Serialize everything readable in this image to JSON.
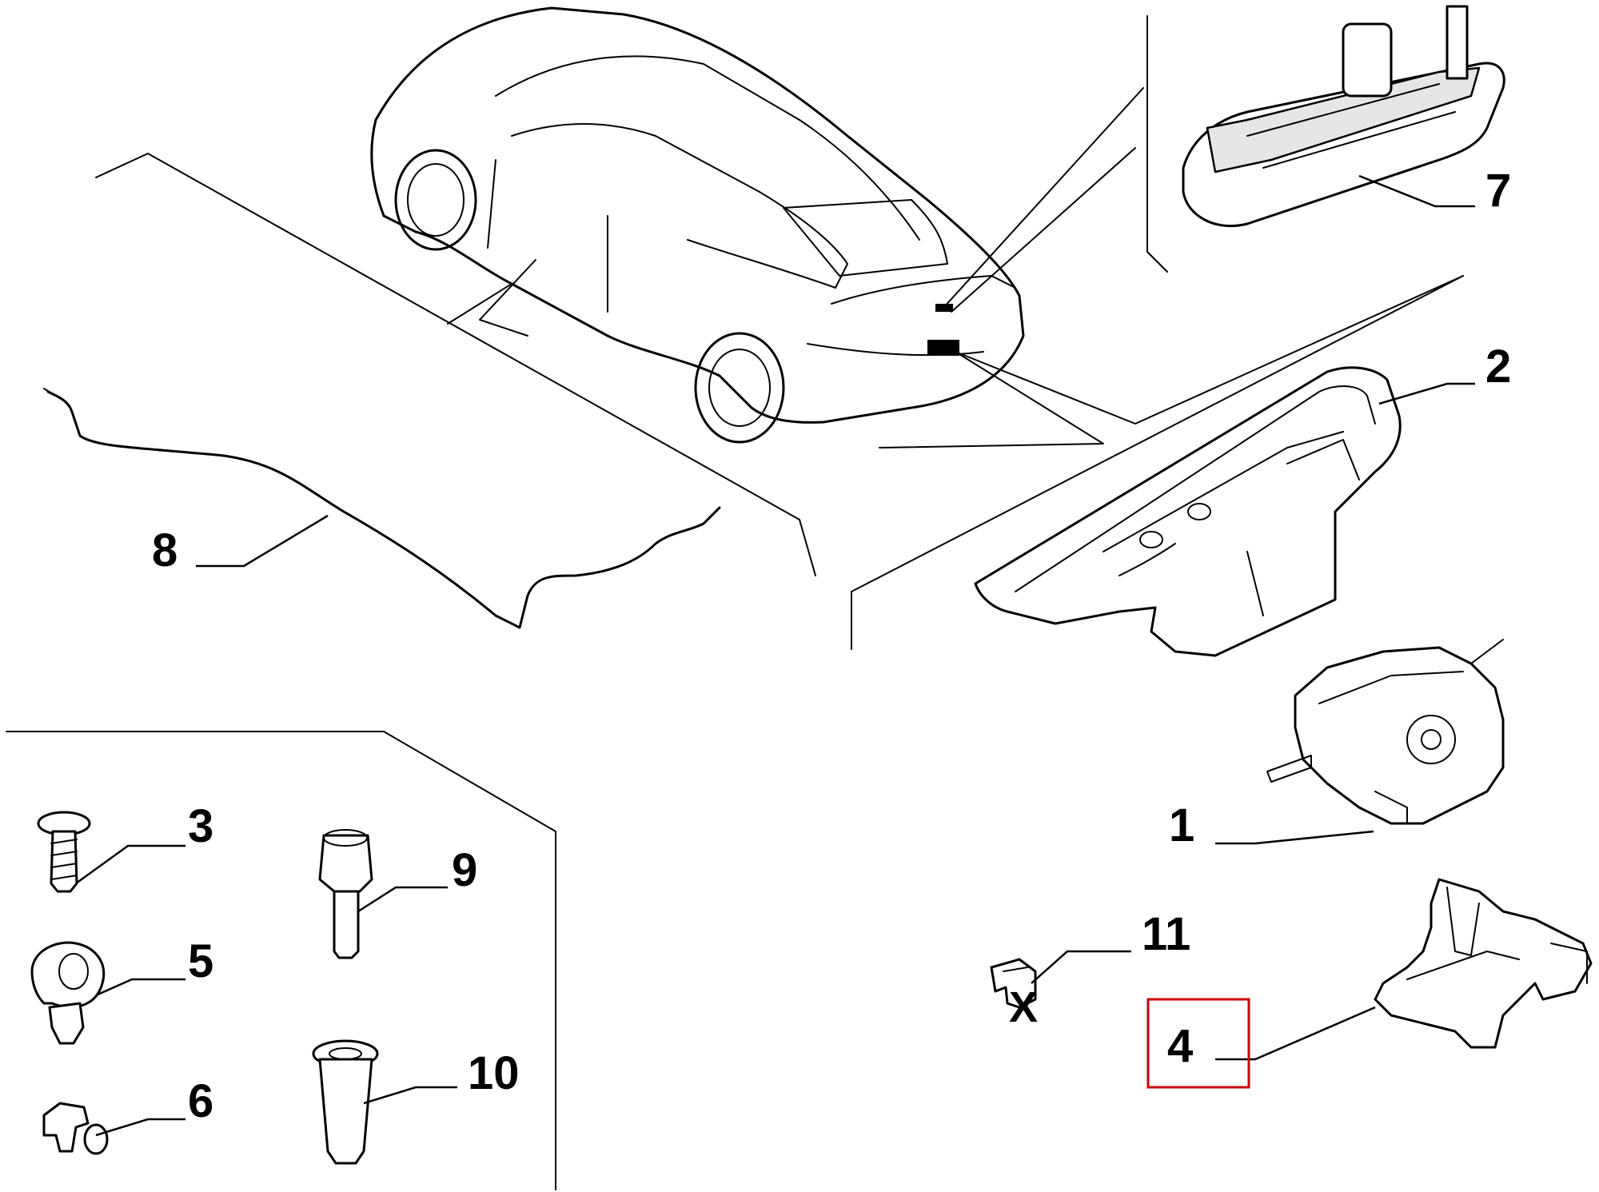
{
  "diagram": {
    "callouts": {
      "part_1": "1",
      "part_2": "2",
      "part_3": "3",
      "part_4": "4",
      "part_5": "5",
      "part_6": "6",
      "part_7": "7",
      "part_8": "8",
      "part_9": "9",
      "part_10": "10",
      "part_11": "11"
    },
    "mark_x": "X",
    "highlighted_part": "4",
    "colors": {
      "line": "#000000",
      "highlight": "#cc0000",
      "background": "#ffffff"
    }
  }
}
